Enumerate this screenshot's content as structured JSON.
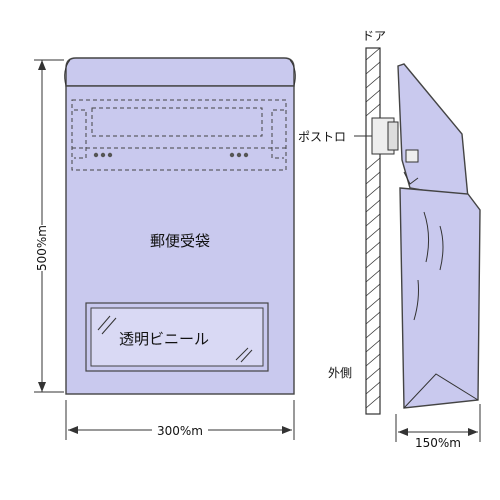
{
  "labels": {
    "bag_name": "郵便受袋",
    "window_text": "透明ビニール",
    "height_dim": "500%m",
    "width_dim": "300%m",
    "depth_dim": "150%m",
    "door": "ドア",
    "mail_slot": "ポストロ",
    "outside": "外側"
  },
  "colors": {
    "bag_fill": "#c9c9ee",
    "window_fill": "#d9d9f4",
    "outline": "#444444"
  }
}
